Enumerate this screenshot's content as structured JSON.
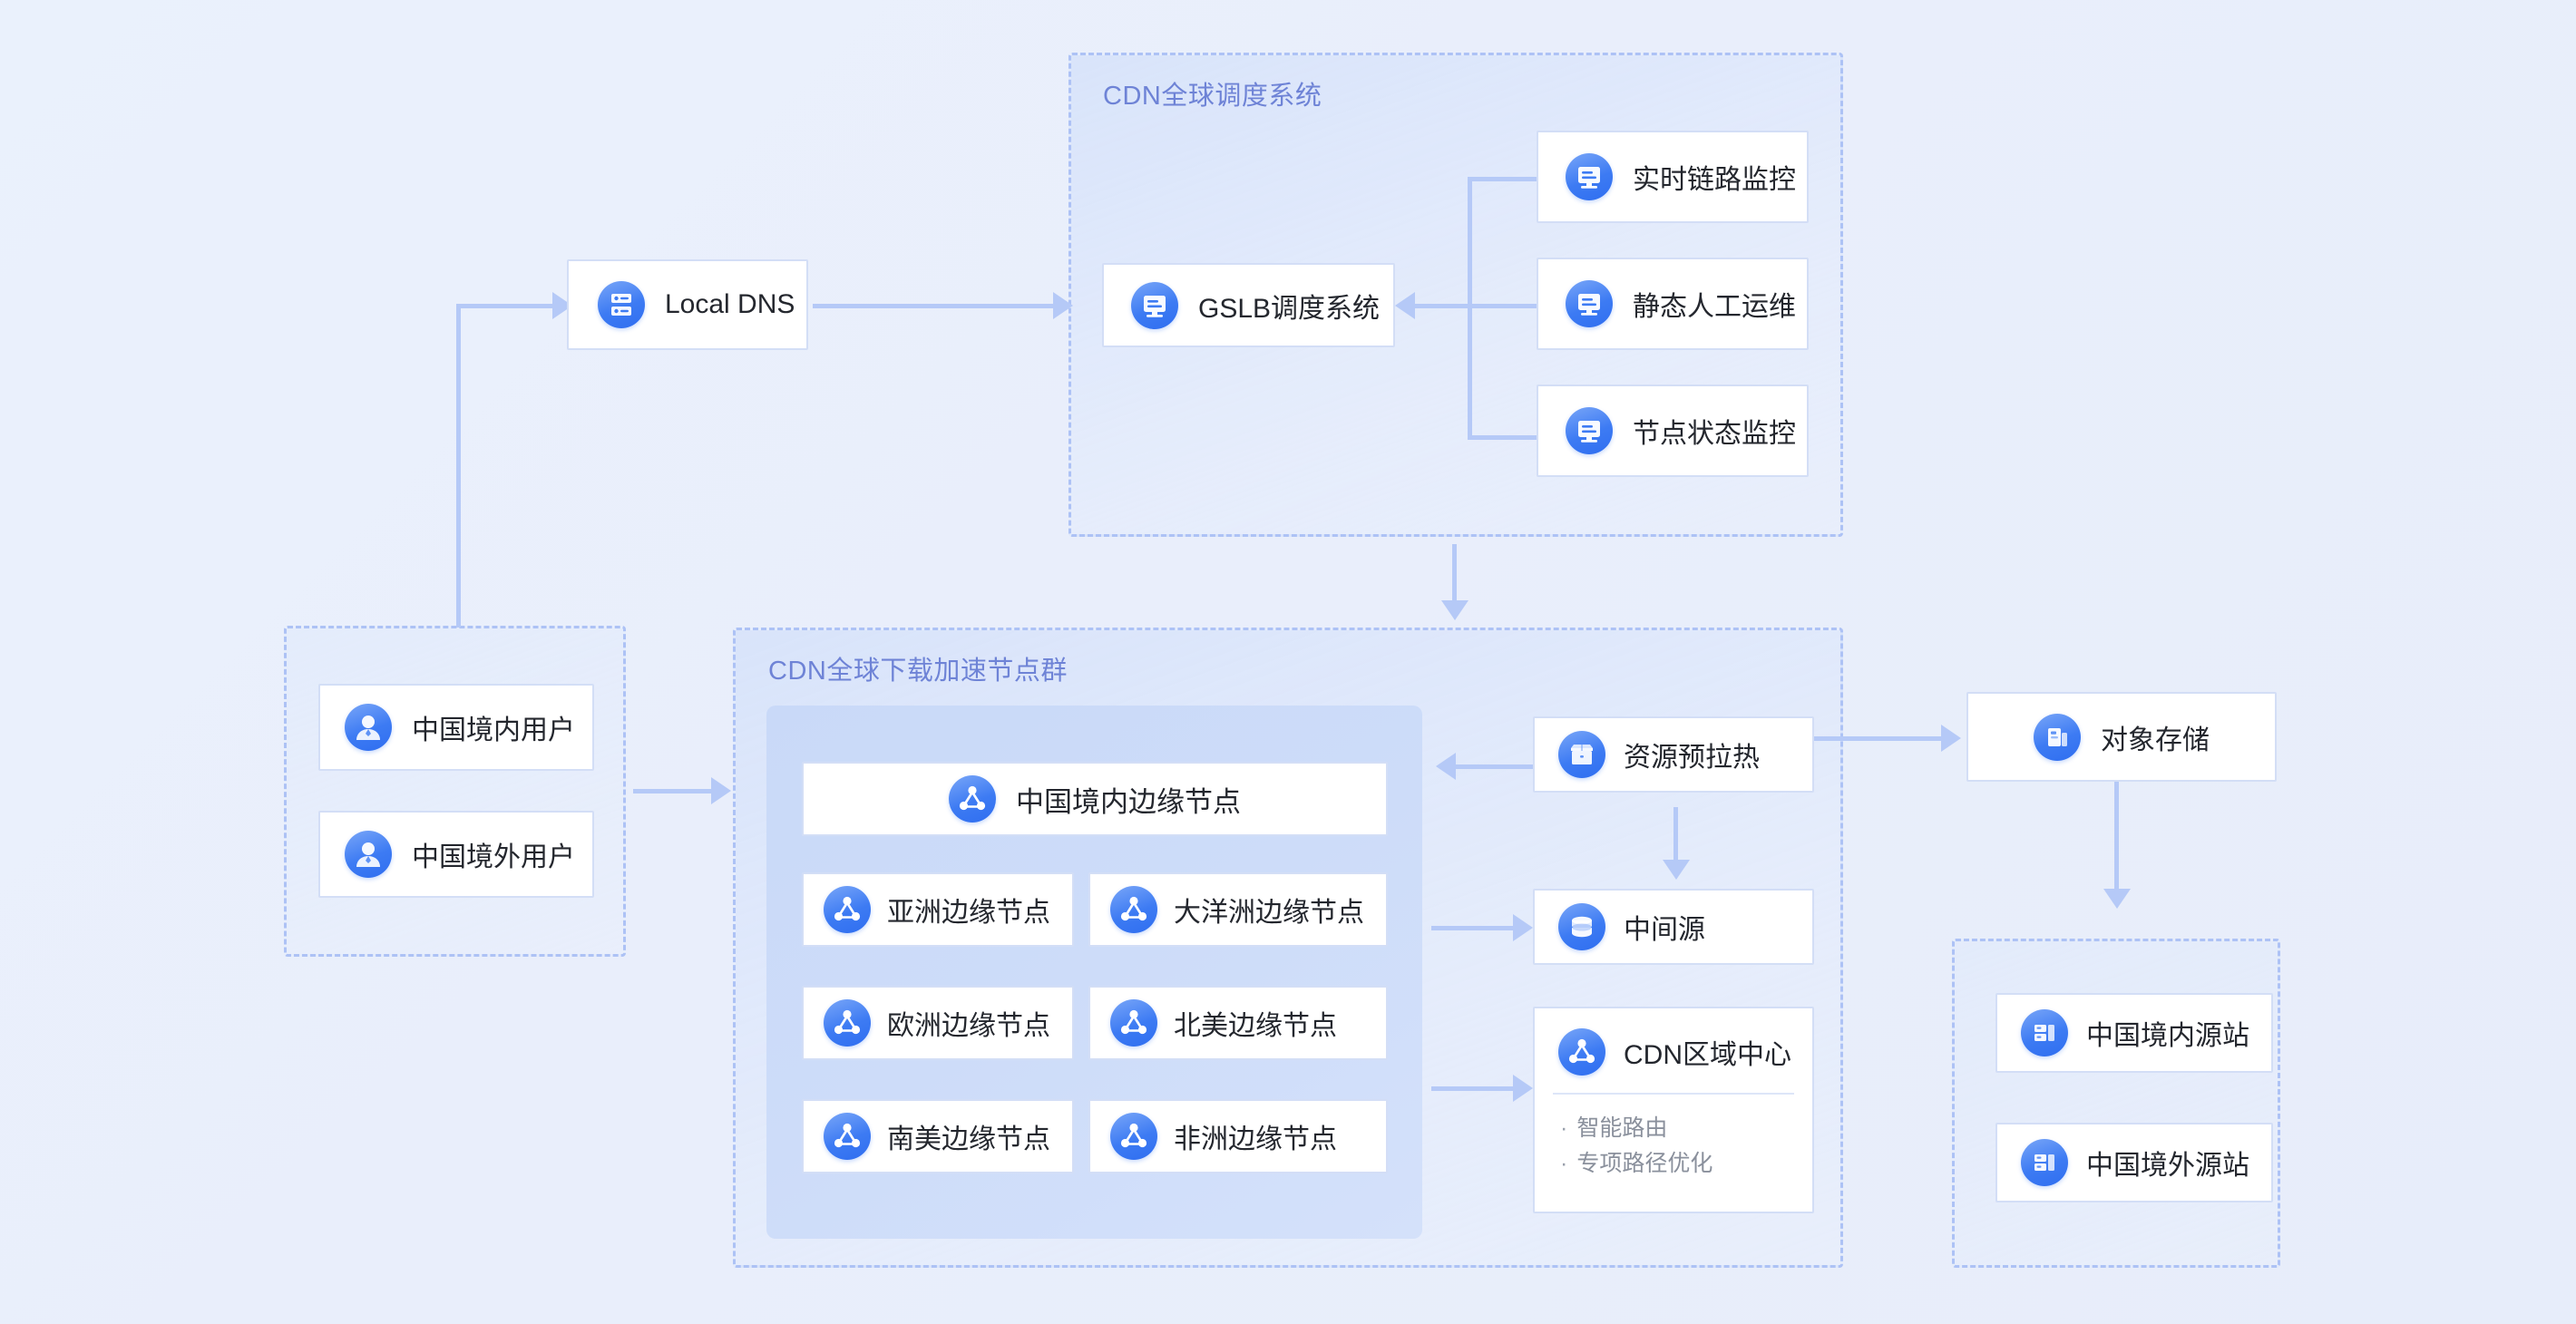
{
  "groups": {
    "scheduling": {
      "title": "CDN全球调度系统"
    },
    "users": {
      "title": ""
    },
    "nodes": {
      "title": "CDN全球下载加速节点群"
    },
    "origins": {
      "title": ""
    }
  },
  "nodes": {
    "local_dns": {
      "label": "Local DNS",
      "icon": "dns-server-icon"
    },
    "gslb": {
      "label": "GSLB调度系统",
      "icon": "monitor-icon"
    },
    "link_monitor": {
      "label": "实时链路监控",
      "icon": "monitor-icon"
    },
    "manual_ops": {
      "label": "静态人工运维",
      "icon": "monitor-icon"
    },
    "node_status": {
      "label": "节点状态监控",
      "icon": "monitor-icon"
    },
    "user_domestic": {
      "label": "中国境内用户",
      "icon": "user-icon"
    },
    "user_overseas": {
      "label": "中国境外用户",
      "icon": "user-icon"
    },
    "edge_cn": {
      "label": "中国境内边缘节点",
      "icon": "node-icon"
    },
    "edge_asia": {
      "label": "亚洲边缘节点",
      "icon": "node-icon"
    },
    "edge_oceania": {
      "label": "大洋洲边缘节点",
      "icon": "node-icon"
    },
    "edge_europe": {
      "label": "欧洲边缘节点",
      "icon": "node-icon"
    },
    "edge_namerica": {
      "label": "北美边缘节点",
      "icon": "node-icon"
    },
    "edge_samerica": {
      "label": "南美边缘节点",
      "icon": "node-icon"
    },
    "edge_africa": {
      "label": "非洲边缘节点",
      "icon": "node-icon"
    },
    "prefetch": {
      "label": "资源预拉热",
      "icon": "box-icon"
    },
    "mid_origin": {
      "label": "中间源",
      "icon": "database-icon"
    },
    "region_center": {
      "label": "CDN区域中心",
      "icon": "node-icon",
      "bullets": [
        "智能路由",
        "专项路径优化"
      ],
      "bullet_marker": "·"
    },
    "object_storage": {
      "label": "对象存储",
      "icon": "storage-icon"
    },
    "origin_domestic": {
      "label": "中国境内源站",
      "icon": "origin-server-icon"
    },
    "origin_overseas": {
      "label": "中国境外源站",
      "icon": "origin-server-icon"
    }
  },
  "colors": {
    "background": "#eaf0fb",
    "accent": "#3d7bf3",
    "connector": "#b5c9f7",
    "group_border": "#adc2f5",
    "group_title": "#6e83d6",
    "card_border": "#d3def6",
    "label_text": "#24272e",
    "bullet_text": "#8a909c"
  }
}
